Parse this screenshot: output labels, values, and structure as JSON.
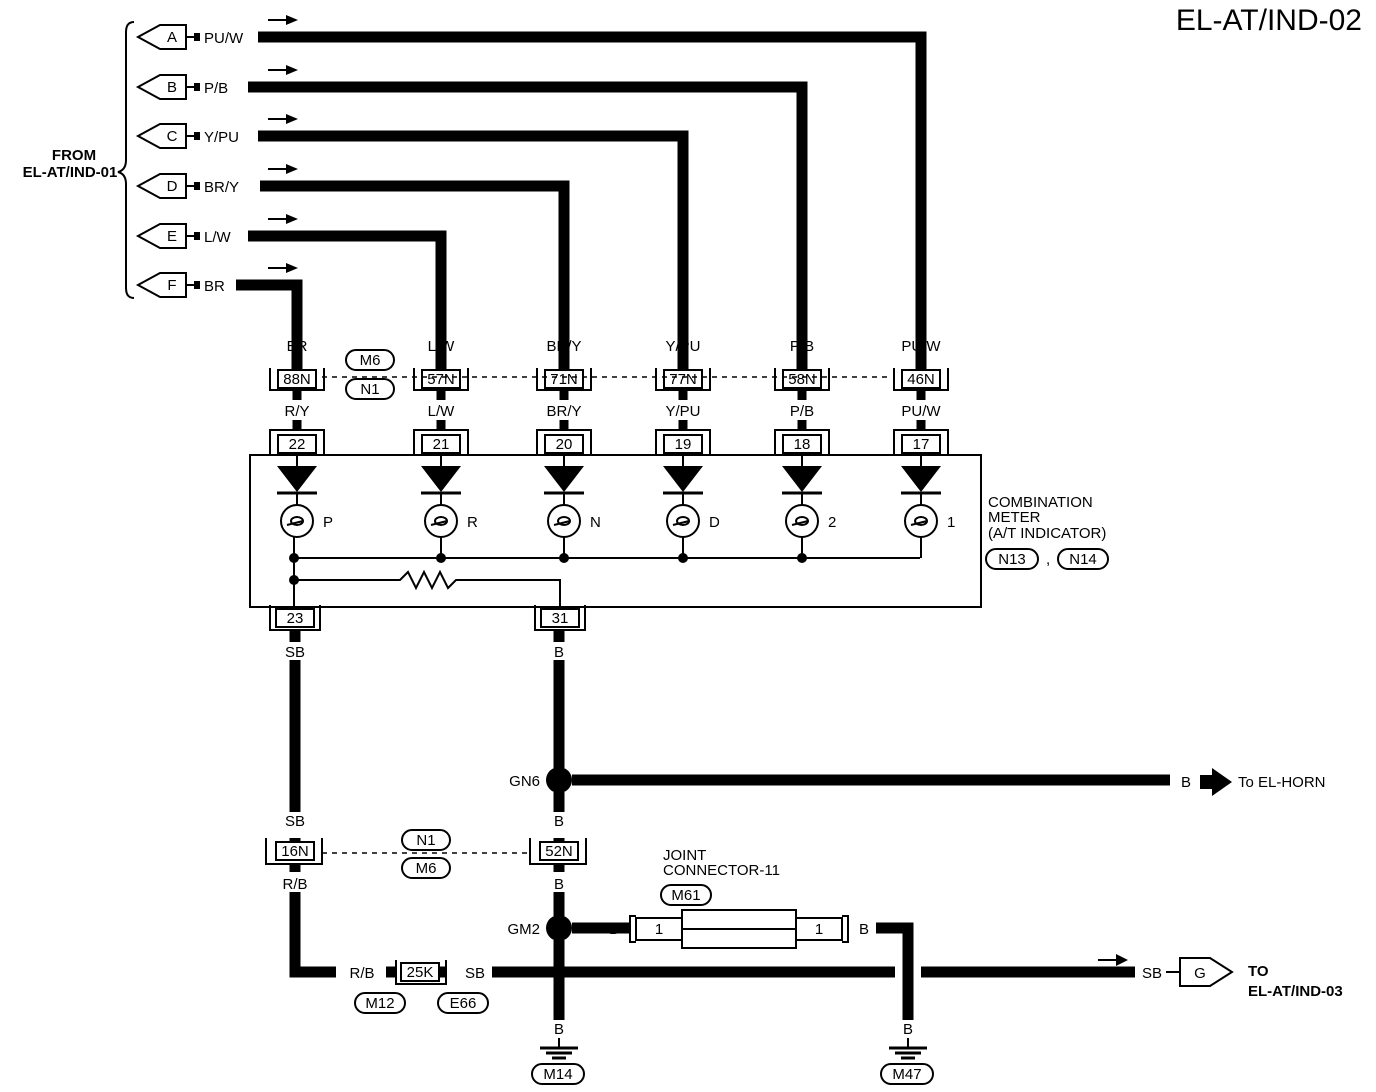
{
  "title": "EL-AT/IND-02",
  "from": {
    "line1": "FROM",
    "line2": "EL-AT/IND-01"
  },
  "inputs": [
    {
      "letter": "A",
      "color": "PU/W"
    },
    {
      "letter": "B",
      "color": "P/B"
    },
    {
      "letter": "C",
      "color": "Y/PU"
    },
    {
      "letter": "D",
      "color": "BR/Y"
    },
    {
      "letter": "E",
      "color": "L/W"
    },
    {
      "letter": "F",
      "color": "BR"
    }
  ],
  "columns": [
    {
      "top_color": "BR",
      "conn": "88N",
      "bottom_color": "R/Y",
      "pin": "22",
      "lamp": "P"
    },
    {
      "top_color": "L/W",
      "conn": "57N",
      "bottom_color": "L/W",
      "pin": "21",
      "lamp": "R"
    },
    {
      "top_color": "BR/Y",
      "conn": "71N",
      "bottom_color": "BR/Y",
      "pin": "20",
      "lamp": "N"
    },
    {
      "top_color": "Y/PU",
      "conn": "77N",
      "bottom_color": "Y/PU",
      "pin": "19",
      "lamp": "D"
    },
    {
      "top_color": "P/B",
      "conn": "58N",
      "bottom_color": "P/B",
      "pin": "18",
      "lamp": "2"
    },
    {
      "top_color": "PU/W",
      "conn": "46N",
      "bottom_color": "PU/W",
      "pin": "17",
      "lamp": "1"
    }
  ],
  "conn_refs": {
    "upper": "M6",
    "lower": "N1"
  },
  "meter": {
    "line1": "COMBINATION",
    "line2": "METER",
    "line3": "(A/T INDICATOR)",
    "ref1": "N13",
    "ref2": "N14",
    "sep": ",",
    "pin_left": "23",
    "pin_right": "31"
  },
  "left_branch": {
    "wire1": "SB",
    "wire2": "SB",
    "conn": "16N",
    "wire3": "R/B",
    "wire4": "R/B",
    "conn2": "25K",
    "wire5": "SB",
    "ref_left": "M12",
    "ref_right": "E66"
  },
  "mid_refs": {
    "upper": "N1",
    "lower": "M6"
  },
  "right_branch": {
    "wire1": "B",
    "splice1": "GN6",
    "horn_wire": "B",
    "horn_label": "To EL-HORN",
    "wire2": "B",
    "conn": "52N",
    "wire3": "B",
    "splice2": "GM2",
    "gm2_wire": "B",
    "ground_wire": "B",
    "ground": "M14"
  },
  "joint": {
    "line1": "JOINT",
    "line2": "CONNECTOR-11",
    "ref": "M61",
    "pin_left": "1",
    "pin_right": "1",
    "out_wire": "B",
    "ground_wire": "B",
    "ground": "M47"
  },
  "to": {
    "wire": "SB",
    "letter": "G",
    "line1": "TO",
    "line2": "EL-AT/IND-03"
  }
}
